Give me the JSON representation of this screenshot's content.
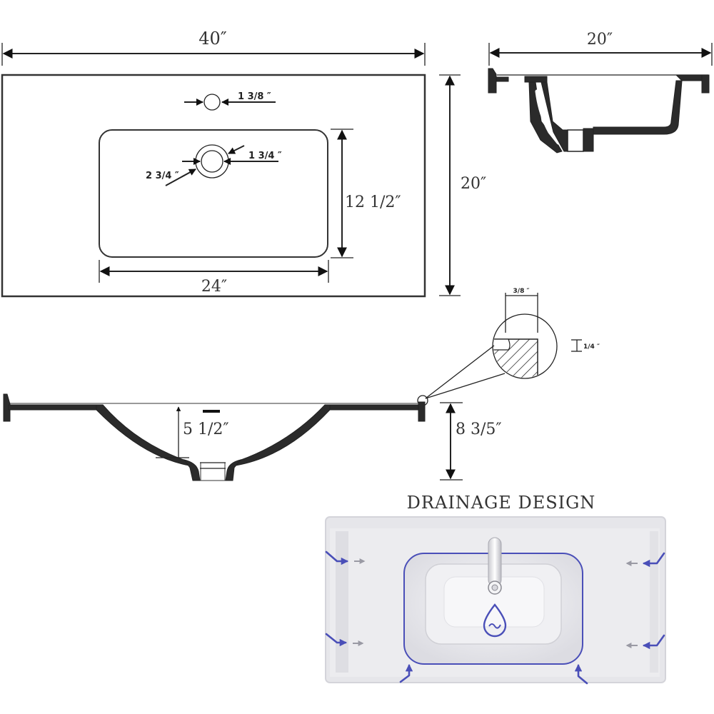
{
  "top_view": {
    "overall_width": "40″",
    "overall_depth": "20″",
    "bowl_width": "24″",
    "bowl_depth": "12 1/2″",
    "faucet_hole": "1 3/8 ″",
    "drain_inner": "1 3/4 ″",
    "drain_outer": "2 3/4 ″"
  },
  "side_section": {
    "width": "20″"
  },
  "detail": {
    "edge_width": "3/8 ″",
    "edge_height": "1/4 ″"
  },
  "front_section": {
    "bowl_depth": "5 1/2″",
    "overall_height": "8 3/5″"
  },
  "drainage": {
    "title": "DRAINAGE DESIGN",
    "icon": "water-drop-icon",
    "colors": {
      "flow_arrow": "#4a4fb8",
      "secondary_arrow": "#9a9aa4",
      "basin_fill": "#ececee"
    }
  }
}
